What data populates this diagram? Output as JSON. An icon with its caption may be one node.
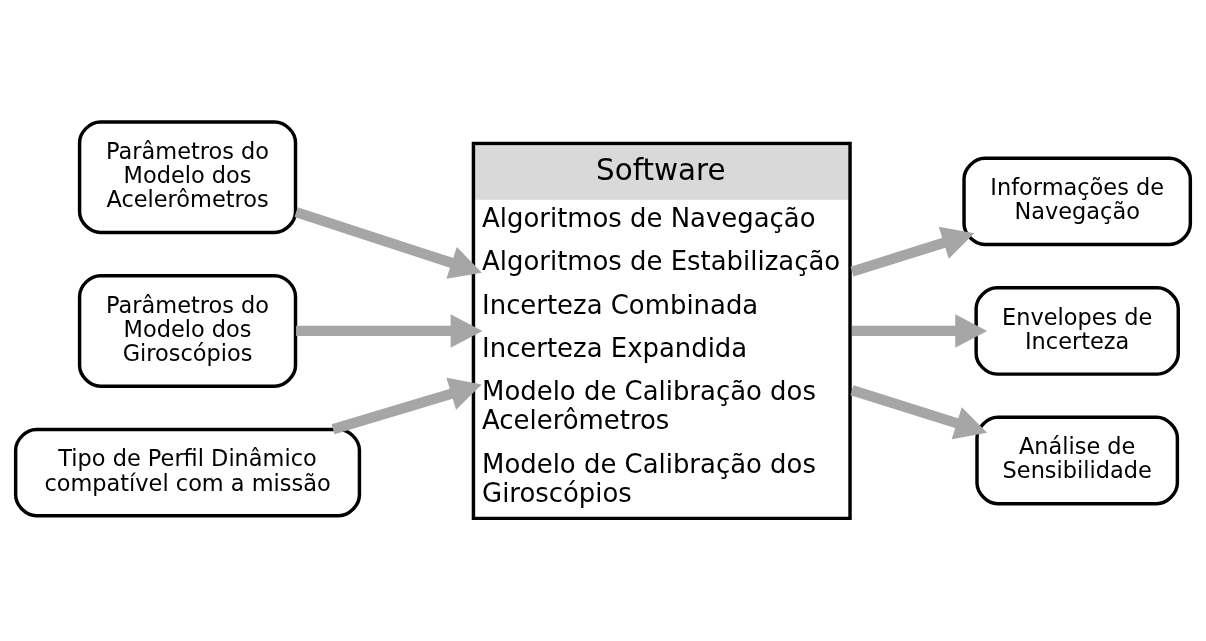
{
  "diagram": {
    "nodes": [
      {
        "text": [
          "Parâmetros do Modelo dos Acelerômetros"
        ]
      },
      {
        "text": [
          "Parâmetros do Modelo dos Giroscópios"
        ]
      },
      {
        "text": [
          "Software",
          "Algoritmos de Navegação",
          "Algoritmos de Estabilização",
          "Incerteza Combinada",
          "Incerteza Expandida",
          "Modelo de Calibração dos Acelerômetros",
          "Modelo de Calibração dos Giroscópios"
        ]
      },
      {
        "text": [
          "Informações de Navegação"
        ]
      },
      {
        "text": [
          "Envelopes de Incerteza"
        ]
      },
      {
        "text": [
          "Análise de Sensibilidade"
        ]
      },
      {
        "text": [
          "Tipo de Perfil Dinâmico compatível com a missão"
        ]
      }
    ],
    "edges": [
      {
        "from": 0,
        "to": 2,
        "arrow": "to"
      },
      {
        "from": 1,
        "to": 2,
        "arrow": "to"
      },
      {
        "from": 2,
        "to": 3,
        "arrow": "to"
      },
      {
        "from": 2,
        "to": 4,
        "arrow": "to"
      },
      {
        "from": 2,
        "to": 5,
        "arrow": "to"
      },
      {
        "from": 6,
        "to": 2,
        "arrow": "to"
      }
    ]
  }
}
